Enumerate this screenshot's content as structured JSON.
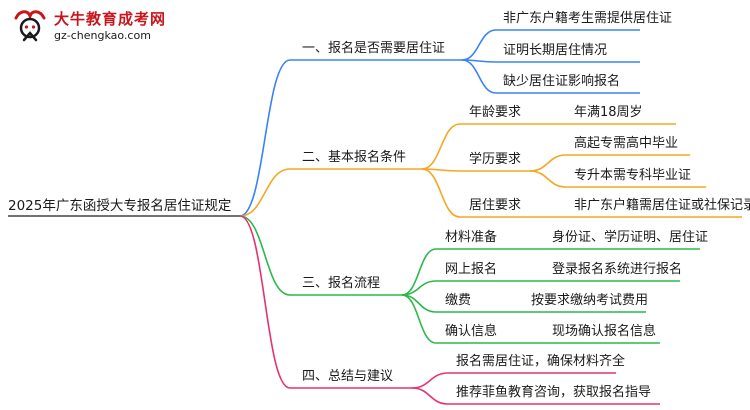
{
  "logo": {
    "title": "大牛教育成考网",
    "url": "gz-chengkao.com"
  },
  "root": "2025年广东函授大专报名居住证规定",
  "branches": [
    {
      "label": "一、报名是否需要居住证",
      "color": "#3b82f6",
      "children": [
        {
          "label": "非广东户籍考生需提供居住证"
        },
        {
          "label": "证明长期居住情况"
        },
        {
          "label": "缺少居住证影响报名"
        }
      ]
    },
    {
      "label": "二、基本报名条件",
      "color": "#f5a623",
      "children": [
        {
          "label": "年龄要求",
          "children": [
            {
              "label": "年满18周岁"
            }
          ]
        },
        {
          "label": "学历要求",
          "children": [
            {
              "label": "高起专需高中毕业"
            },
            {
              "label": "专升本需专科毕业证"
            }
          ]
        },
        {
          "label": "居住要求",
          "children": [
            {
              "label": "非广东户籍需居住证或社保记录"
            }
          ]
        }
      ]
    },
    {
      "label": "三、报名流程",
      "color": "#2db84d",
      "children": [
        {
          "label": "材料准备",
          "children": [
            {
              "label": "身份证、学历证明、居住证"
            }
          ]
        },
        {
          "label": "网上报名",
          "children": [
            {
              "label": "登录报名系统进行报名"
            }
          ]
        },
        {
          "label": "缴费",
          "children": [
            {
              "label": "按要求缴纳考试费用"
            }
          ]
        },
        {
          "label": "确认信息",
          "children": [
            {
              "label": "现场确认报名信息"
            }
          ]
        }
      ]
    },
    {
      "label": "四、总结与建议",
      "color": "#e6336f",
      "children": [
        {
          "label": "报名需居住证，确保材料齐全"
        },
        {
          "label": "推荐菲鱼教育咨询，获取报名指导"
        }
      ]
    }
  ]
}
